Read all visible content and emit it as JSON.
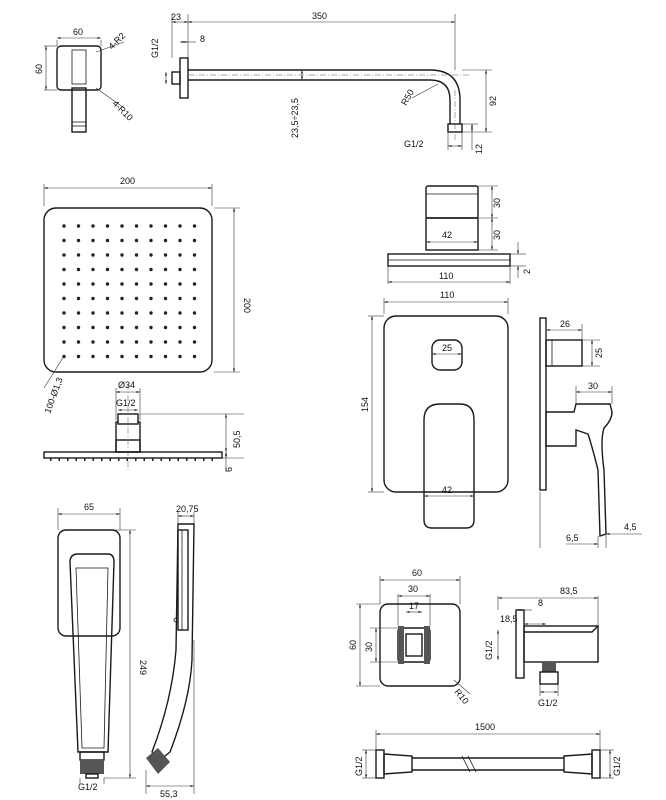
{
  "labels": {
    "arm": {
      "w60": "60",
      "h60": "60",
      "r2": "4-R2",
      "r10": "4-R10",
      "d23": "23",
      "d350": "350",
      "d8": "8",
      "g12a": "G1/2",
      "d235": "23,5÷23,5",
      "r50": "R50",
      "d92": "92",
      "g12b": "G1/2",
      "d12": "12"
    },
    "head": {
      "d200w": "200",
      "d200h": "200",
      "holes": "100-Ø1,3",
      "d34": "Ø34",
      "g12": "G1/2",
      "d505": "50,5",
      "d6": "6"
    },
    "diverter": {
      "d30a": "30",
      "d30b": "30",
      "d42top": "42",
      "d2": "2",
      "d110a": "110",
      "d110b": "110",
      "d154": "154",
      "d25btn": "25",
      "d42low": "42",
      "d26": "26",
      "d25side": "25",
      "d30side": "30",
      "d65": "6,5",
      "d45": "4,5"
    },
    "hand": {
      "d65": "65",
      "d2075": "20,75",
      "d249": "249",
      "g12": "G1/2",
      "d553": "55,3"
    },
    "outlet": {
      "d60w": "60",
      "d30w": "30",
      "d17": "17",
      "d60h": "60",
      "d30h": "30",
      "r10": "R10",
      "d835": "83,5",
      "d8": "8",
      "d185": "18,5",
      "g12a": "G1/2",
      "g12b": "G1/2"
    },
    "hose": {
      "d1500": "1500",
      "g12l": "G1/2",
      "g12r": "G1/2"
    }
  }
}
